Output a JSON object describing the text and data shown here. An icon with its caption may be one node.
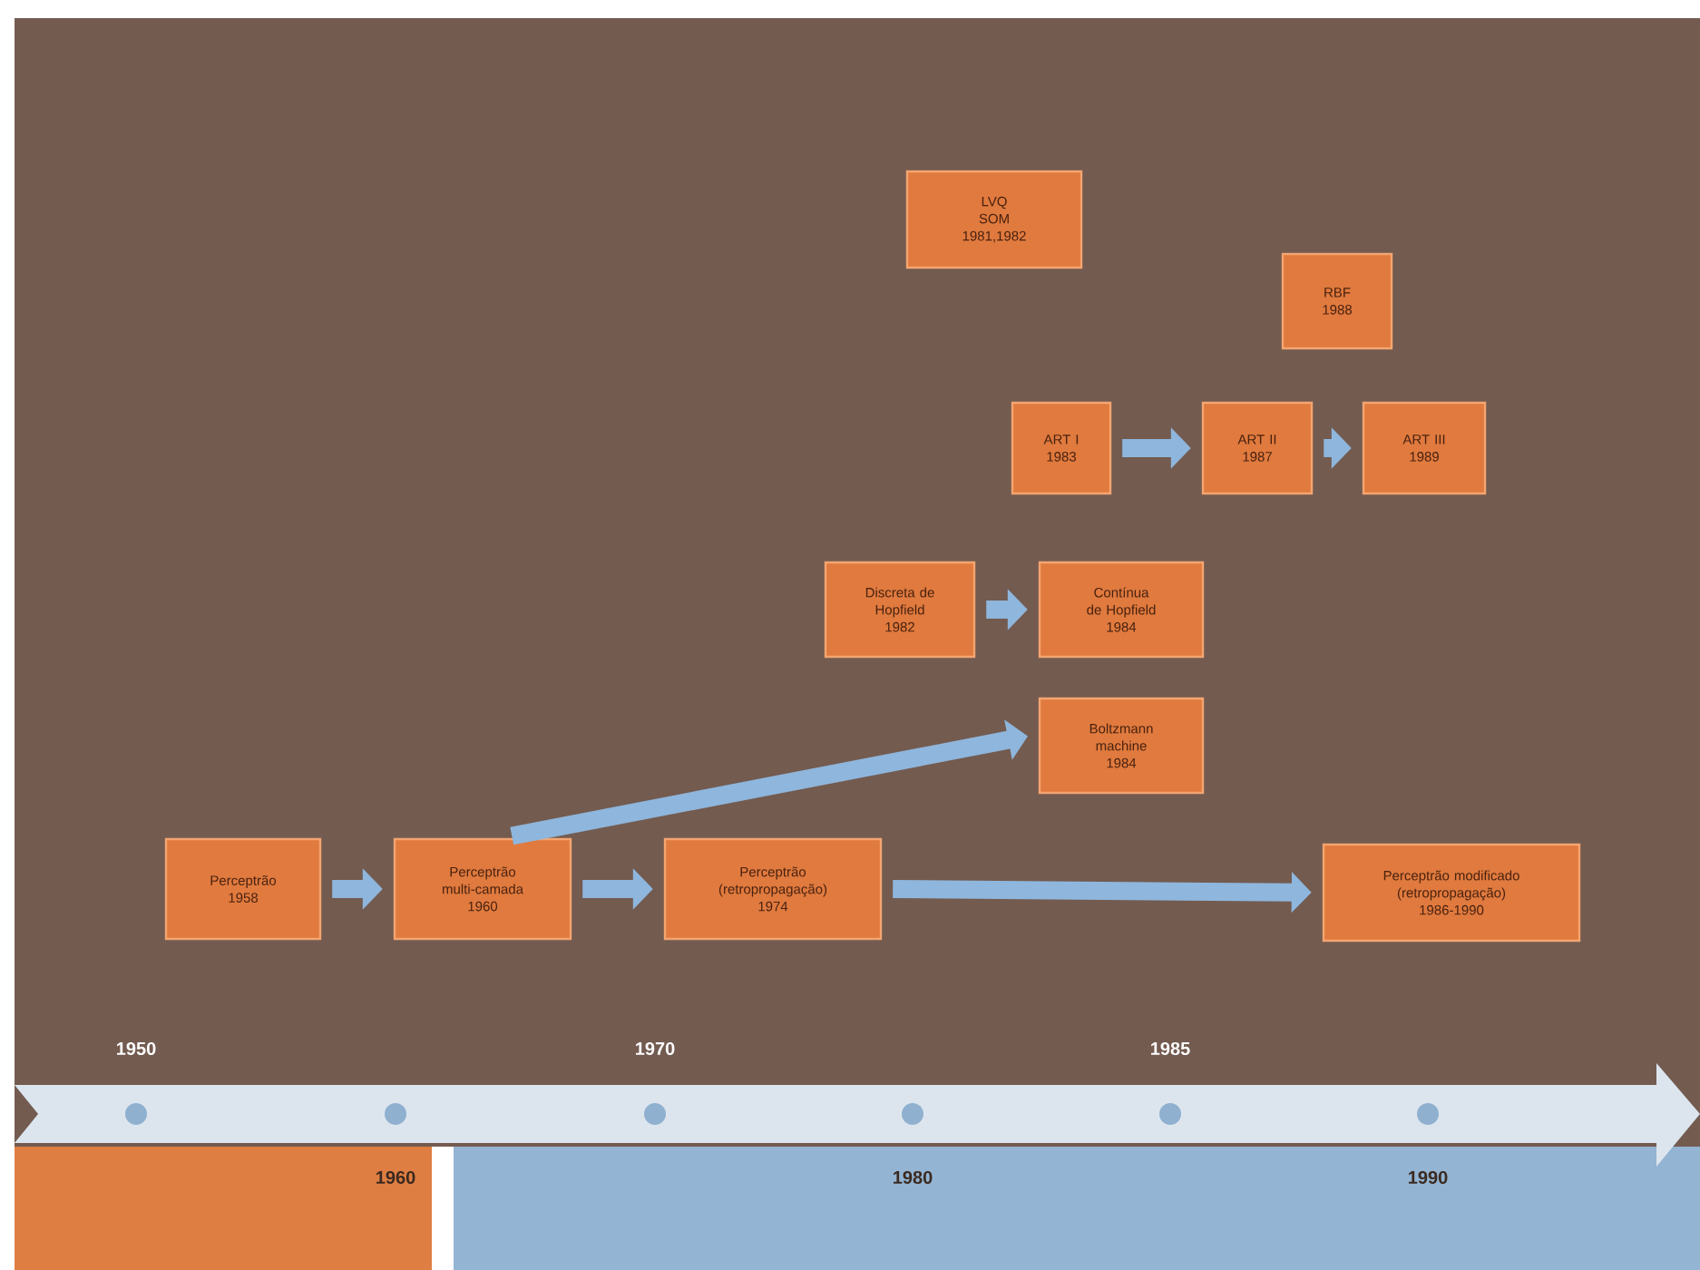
{
  "diagram": {
    "nodes": [
      {
        "text": [
          "Perceptrão",
          "1958"
        ]
      },
      {
        "text": [
          "Perceptrão multi-camada",
          "1960"
        ]
      },
      {
        "text": [
          "Perceptrão",
          "(retropropagação)",
          "1974"
        ]
      },
      {
        "text": [
          "Perceptrão modificado",
          "(retropropagação)",
          "1986-1990"
        ]
      },
      {
        "text": [
          "Boltzmann machine",
          "1984"
        ]
      },
      {
        "text": [
          "Discreta de Hopfield",
          "1982"
        ]
      },
      {
        "text": [
          "Contínua de Hopfield",
          "1984"
        ]
      },
      {
        "text": [
          "LVQ",
          "SOM",
          "1981,1982"
        ]
      },
      {
        "text": [
          "RBF",
          "1988"
        ]
      },
      {
        "text": [
          "ART I",
          "1983"
        ]
      },
      {
        "text": [
          "ART II",
          "1987"
        ]
      },
      {
        "text": [
          "ART III",
          "1989"
        ]
      }
    ],
    "edges": [
      {
        "from": 0,
        "to": 1,
        "arrow": "to"
      },
      {
        "from": 1,
        "to": 2,
        "arrow": "to"
      },
      {
        "from": 2,
        "to": 3,
        "arrow": "to"
      },
      {
        "from": 1,
        "to": 4,
        "arrow": "to"
      },
      {
        "from": 5,
        "to": 6,
        "arrow": "to"
      },
      {
        "from": 9,
        "to": 10,
        "arrow": "to"
      },
      {
        "from": 10,
        "to": 11,
        "arrow": "to"
      }
    ],
    "labels": [
      "1950",
      "1970",
      "1985",
      "1960",
      "1980",
      "1990"
    ]
  }
}
